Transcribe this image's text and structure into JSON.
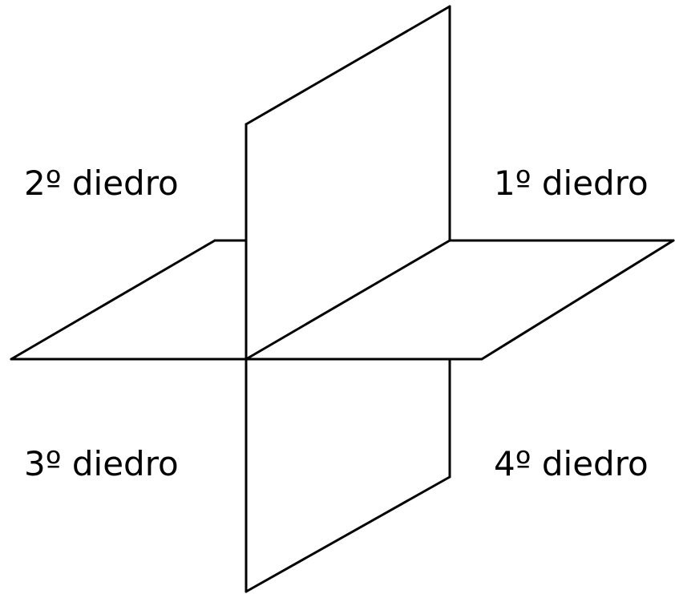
{
  "colors": {
    "background": "#ffffff",
    "lines": "#000000"
  },
  "diagram": {
    "labels": {
      "dihedral_1": "1º diedro",
      "dihedral_2": "2º diedro",
      "dihedral_3": "3º diedro",
      "dihedral_4": "4º diedro"
    }
  }
}
